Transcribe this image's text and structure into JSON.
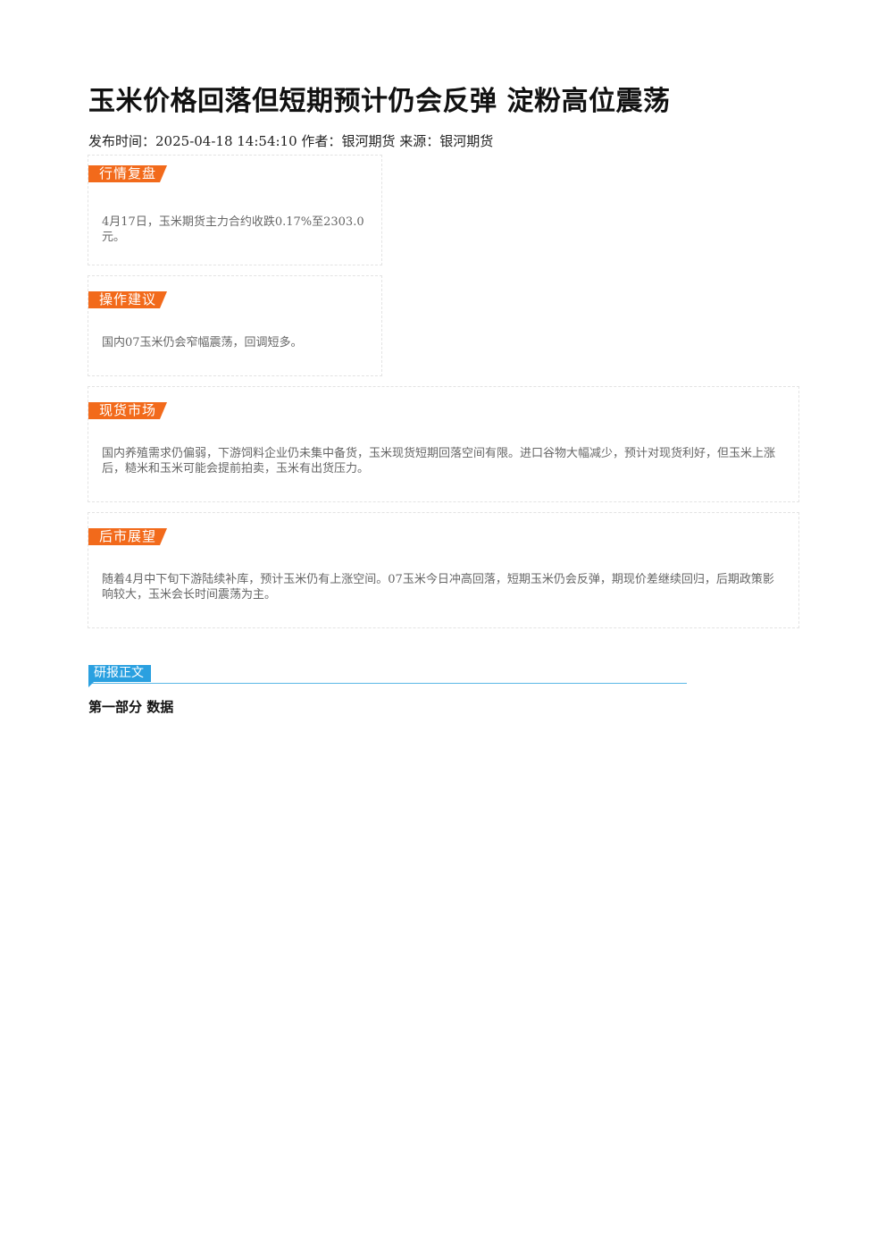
{
  "article": {
    "title": "玉米价格回落但短期预计仍会反弹 淀粉高位震荡",
    "meta": {
      "publish_label": "发布时间：",
      "publish_time": "2025-04-18 14:54:10",
      "author_label": "作者：",
      "author": "银河期货",
      "source_label": "来源：",
      "source": "银河期货"
    }
  },
  "sections": [
    {
      "tag": "行情复盘",
      "text": "4月17日，玉米期货主力合约收跌0.17%至2303.0元。"
    },
    {
      "tag": "操作建议",
      "text": "国内07玉米仍会窄幅震荡，回调短多。"
    },
    {
      "tag": "现货市场",
      "text": "国内养殖需求仍偏弱，下游饲料企业仍未集中备货，玉米现货短期回落空间有限。进口谷物大幅减少，预计对现货利好，但玉米上涨后，糙米和玉米可能会提前拍卖，玉米有出货压力。"
    },
    {
      "tag": "后市展望",
      "text": "随着4月中下旬下游陆续补库，预计玉米仍有上涨空间。07玉米今日冲高回落，短期玉米仍会反弹，期现价差继续回归，后期政策影响较大，玉米会长时间震荡为主。"
    }
  ],
  "report": {
    "tag": "研报正文",
    "part_heading": "第一部分 数据"
  },
  "colors": {
    "tag_orange": "#f26a1b",
    "report_blue": "#2aa0e0"
  }
}
